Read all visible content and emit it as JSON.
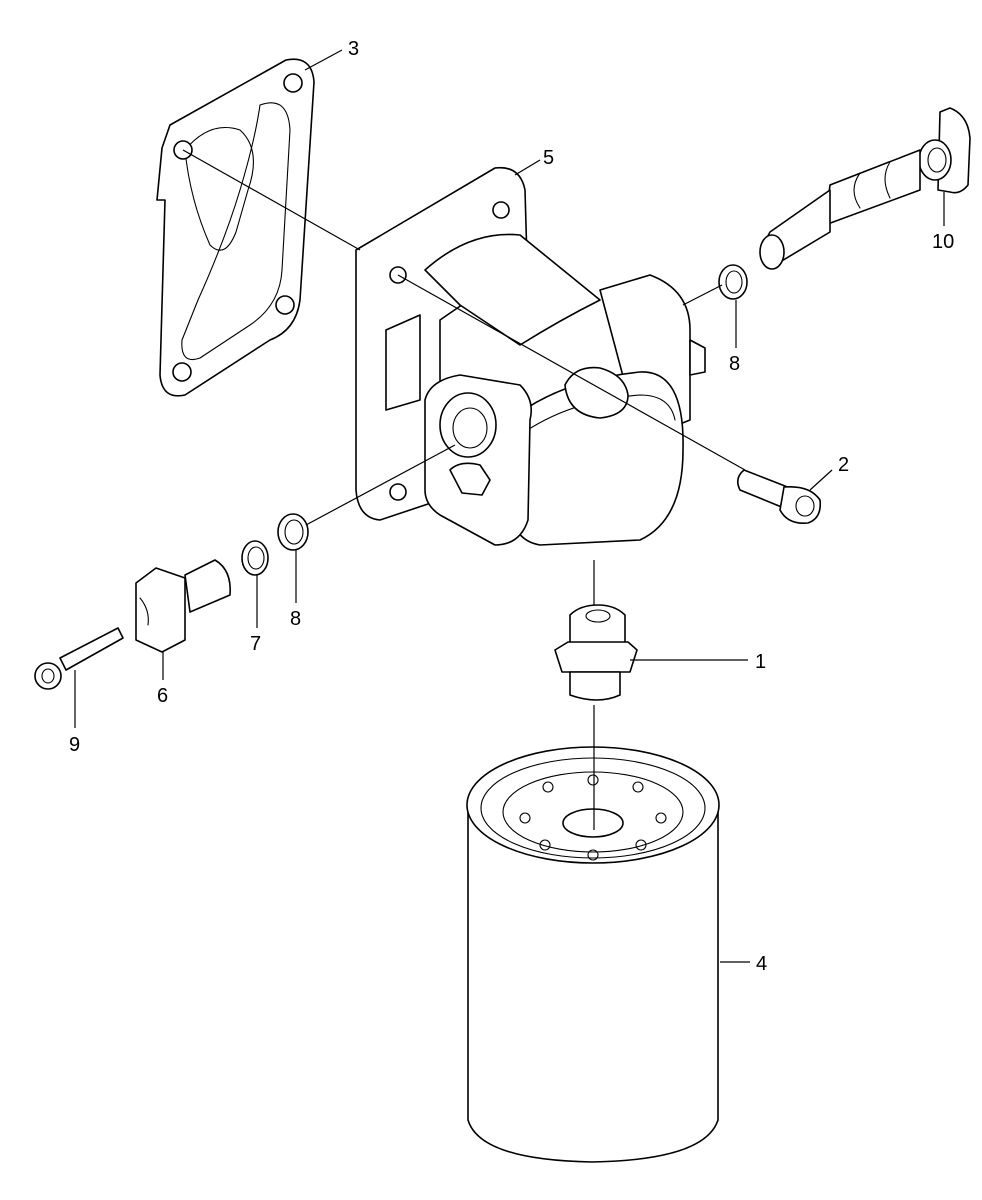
{
  "colors": {
    "line": "#000000",
    "background": "#ffffff"
  },
  "callouts": {
    "c1": "1",
    "c2": "2",
    "c3": "3",
    "c4": "4",
    "c5": "5",
    "c6": "6",
    "c7": "7",
    "c8a": "8",
    "c8b": "8",
    "c9": "9",
    "c10": "10"
  }
}
